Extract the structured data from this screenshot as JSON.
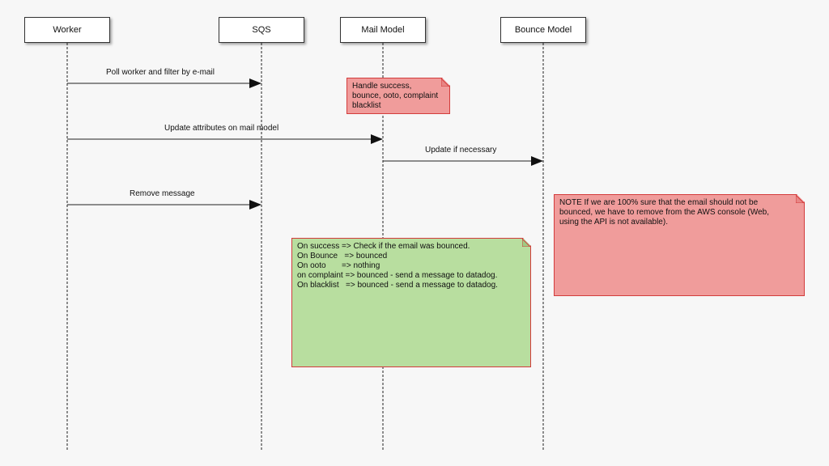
{
  "actors": [
    {
      "id": "worker",
      "label": "Worker"
    },
    {
      "id": "sqs",
      "label": "SQS"
    },
    {
      "id": "mail_model",
      "label": "Mail Model"
    },
    {
      "id": "bounce_model",
      "label": "Bounce Model"
    }
  ],
  "messages": [
    {
      "label": "Poll worker and filter by e-mail",
      "from": "worker",
      "to": "sqs"
    },
    {
      "label": "Update attributes on mail model",
      "from": "worker",
      "to": "mail_model"
    },
    {
      "label": "Update if necessary",
      "from": "mail_model",
      "to": "bounce_model"
    },
    {
      "label": "Remove message",
      "from": "worker",
      "to": "sqs"
    }
  ],
  "notes": {
    "handle": {
      "lines": [
        "Handle success,",
        "bounce, ooto, complaint",
        "blacklist"
      ],
      "color": "#f09c9b"
    },
    "aws": {
      "lines": [
        "NOTE If we are 100% sure that the email should not be",
        "bounced, we have to remove from the AWS console (Web,",
        "using the API is not available)."
      ],
      "color": "#f09c9b"
    },
    "states": {
      "lines": [
        "On success => Check if the email was bounced.",
        "On Bounce   => bounced",
        "On ooto       => nothing",
        "on complaint => bounced - send a message to datadog.",
        "On blacklist   => bounced - send a message to datadog."
      ],
      "color": "#b8de9f"
    }
  },
  "colors": {
    "note_border": "#d33c3c",
    "lifeline": "#222222",
    "background": "#f7f7f7"
  }
}
